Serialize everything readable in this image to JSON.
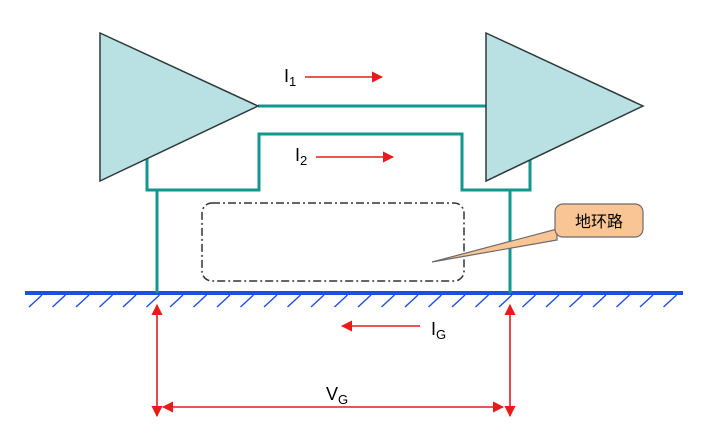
{
  "labels": {
    "i1": {
      "main": "I",
      "sub": "1"
    },
    "i2": {
      "main": "I",
      "sub": "2"
    },
    "ig": {
      "main": "I",
      "sub": "G"
    },
    "vg": {
      "main": "V",
      "sub": "G"
    },
    "callout": "地环路"
  },
  "colors": {
    "triangle_fill": "#b9e0e3",
    "wire": "#13968f",
    "ground": "#1f4ee0",
    "arrow": "#e81b1b",
    "loop_border": "#333333",
    "callout_fill": "#f9c594",
    "callout_border": "#6b6b6b"
  }
}
